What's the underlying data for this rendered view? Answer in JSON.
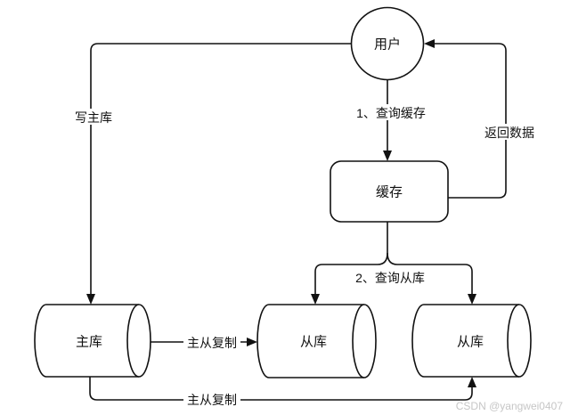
{
  "diagram": {
    "title_hint": "cache-and-database read/write flow diagram",
    "nodes": {
      "user": "用户",
      "cache": "缓存",
      "master_db": "主库",
      "slave_db_1": "从库",
      "slave_db_2": "从库"
    },
    "edges": {
      "write_master": "写主库",
      "query_cache": "1、查询缓存",
      "return_data": "返回数据",
      "query_slave": "2、查询从库",
      "replication_1": "主从复制",
      "replication_2": "主从复制"
    },
    "watermark": "CSDN @yangwei0407"
  },
  "colors": {
    "stroke": "#111111",
    "background": "#ffffff",
    "watermark": "#c6c6c6"
  }
}
